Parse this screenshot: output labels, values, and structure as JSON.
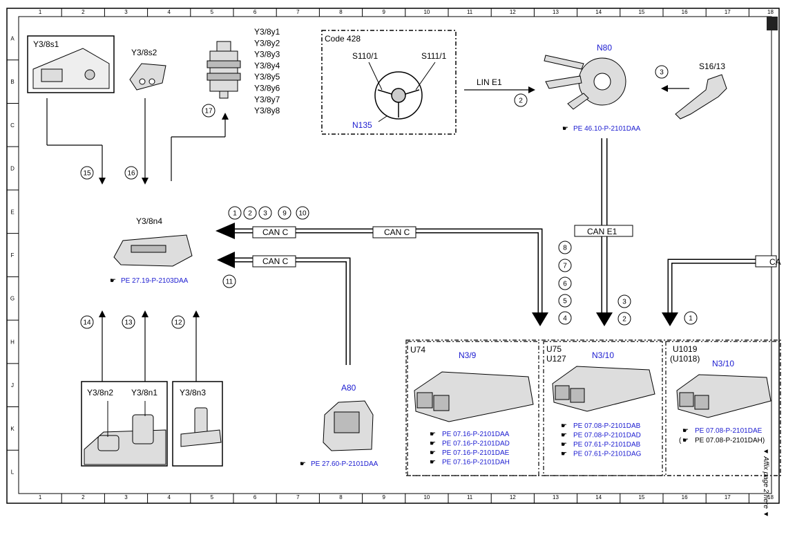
{
  "grid": {
    "columns": [
      "1",
      "2",
      "3",
      "4",
      "5",
      "6",
      "7",
      "8",
      "9",
      "10",
      "11",
      "12",
      "13",
      "14",
      "15",
      "16",
      "17",
      "18"
    ],
    "rows": [
      "A",
      "B",
      "C",
      "D",
      "E",
      "F",
      "G",
      "H",
      "J",
      "K",
      "L"
    ]
  },
  "components": {
    "y3_8s1": "Y3/8s1",
    "y3_8s2": "Y3/8s2",
    "valves": [
      "Y3/8y1",
      "Y3/8y2",
      "Y3/8y3",
      "Y3/8y4",
      "Y3/8y5",
      "Y3/8y6",
      "Y3/8y7",
      "Y3/8y8"
    ],
    "code_box": "Code 428",
    "s110": "S110/1",
    "s111": "S111/1",
    "n135": "N135",
    "lin": "LIN E1",
    "n80": "N80",
    "n80_ref": "PE 46.10-P-2101DAA",
    "s16": "S16/13",
    "y3_8n4": "Y3/8n4",
    "y3_8n4_ref": "PE 27.19-P-2103DAA",
    "can_c": "CAN C",
    "can_e1": "CAN E1",
    "can_cut": "CA",
    "y3_8n2": "Y3/8n2",
    "y3_8n1": "Y3/8n1",
    "y3_8n3": "Y3/8n3",
    "a80": "A80",
    "a80_ref": "PE 27.60-P-2101DAA",
    "u74": "U74",
    "n3_9": "N3/9",
    "n3_9_refs": [
      "PE 07.16-P-2101DAA",
      "PE 07.16-P-2101DAD",
      "PE 07.16-P-2101DAE",
      "PE 07.16-P-2101DAH"
    ],
    "u75": "U75",
    "u127": "U127",
    "n3_10": "N3/10",
    "n3_10_refs": [
      "PE 07.08-P-2101DAB",
      "PE 07.08-P-2101DAD",
      "PE 07.61-P-2101DAB",
      "PE 07.61-P-2101DAG"
    ],
    "u1019": "U1019",
    "u1018": "(U1018)",
    "n3_10b": "N3/10",
    "n3_10b_ref1": "PE 07.08-P-2101DAE",
    "n3_10b_ref2": "PE 07.08-P-2101DAH)",
    "n3_10b_paren": "(",
    "affix": "▼ Affix page 2 here ▼"
  },
  "callouts": {
    "c1": "1",
    "c2": "2",
    "c3": "3",
    "c4": "4",
    "c5": "5",
    "c6": "6",
    "c7": "7",
    "c8": "8",
    "c9": "9",
    "c10": "10",
    "c11": "11",
    "c12": "12",
    "c13": "13",
    "c14": "14",
    "c15": "15",
    "c16": "16",
    "c17": "17"
  },
  "colors": {
    "line": "#000000",
    "link": "#1a1ad0"
  }
}
